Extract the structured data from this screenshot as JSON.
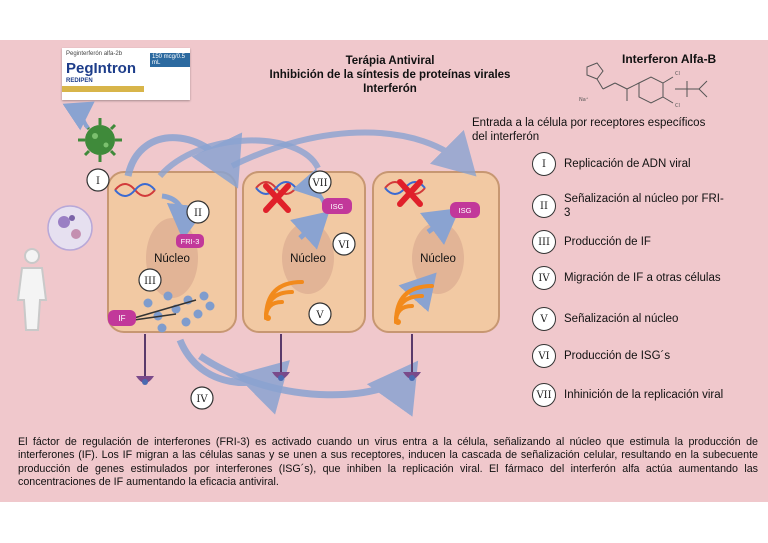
{
  "title": {
    "line1": "Terápia Antiviral",
    "line2": "Inhibición de la síntesis de proteínas virales",
    "line3": "Interferón"
  },
  "molecule": {
    "title": "Interferon Alfa-B"
  },
  "drug_box": {
    "line1": "Peginterferón alfa-2b",
    "brand": "PegIntron",
    "pen": "REDIPEN",
    "dose": "150 mcg/0.5 mL"
  },
  "entry_text": "Entrada a la célula por receptores específicos del interferón",
  "legend": [
    {
      "num": "I",
      "text": "Replicación de ADN viral"
    },
    {
      "num": "II",
      "text": "Señalización al núcleo por FRI-3"
    },
    {
      "num": "III",
      "text": "Producción de IF"
    },
    {
      "num": "IV",
      "text": "Migración de IF a otras células"
    },
    {
      "num": "V",
      "text": "Señalización al núcleo"
    },
    {
      "num": "VI",
      "text": "Producción de ISG´s"
    },
    {
      "num": "VII",
      "text": "Inhinición de la replicación viral"
    }
  ],
  "diagram": {
    "nucleus": "Núcleo",
    "fri3": "FRI-3",
    "if_label": "IF",
    "isg": "ISG",
    "badges": [
      "I",
      "II",
      "III",
      "IV",
      "V",
      "VI",
      "VII"
    ]
  },
  "caption": "El fáctor de regulación de interferones (FRI-3) es activado cuando un virus entra a la célula, señalizando al núcleo que estimula la producción de interferones (IF). Los IF migran a las células sanas y se unen a sus receptores, inducen la cascada de señalización celular, resultando en la subecuente producción de genes estimulados por interferones (ISG´s), que inhiben la replicación viral. El fármaco del interferón alfa actúa aumentando las concentraciones de IF aumentando la eficacia antiviral.",
  "colors": {
    "background": "#f0c8cc",
    "cell_fill": "#f2c9a3",
    "cell_border": "#c79772",
    "nucleus": "#e2b496",
    "arrow": "#8aa3d1",
    "label_magenta": "#c2389a",
    "virus": "#3f8a3a",
    "signal": "#f28a1c",
    "receptor": "#7a4a8a"
  }
}
